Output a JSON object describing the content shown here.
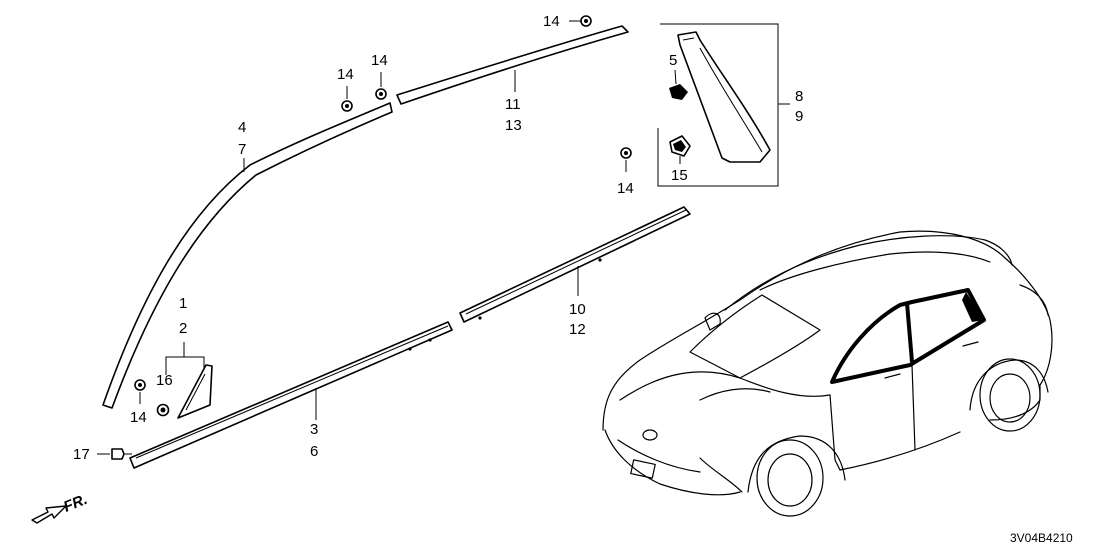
{
  "diagram": {
    "callouts": {
      "c1": "1",
      "c2": "2",
      "c3": "3",
      "c6": "6",
      "c4": "4",
      "c7": "7",
      "c5": "5",
      "c8": "8",
      "c9": "9",
      "c10": "10",
      "c12": "12",
      "c11": "11",
      "c13": "13",
      "c15": "15",
      "c16": "16",
      "c17": "17",
      "c14_top": "14",
      "c14_a": "14",
      "c14_b": "14",
      "c14_right": "14",
      "c14_left": "14"
    },
    "direction_label": "FR.",
    "diagram_code": "3V04B4210"
  }
}
